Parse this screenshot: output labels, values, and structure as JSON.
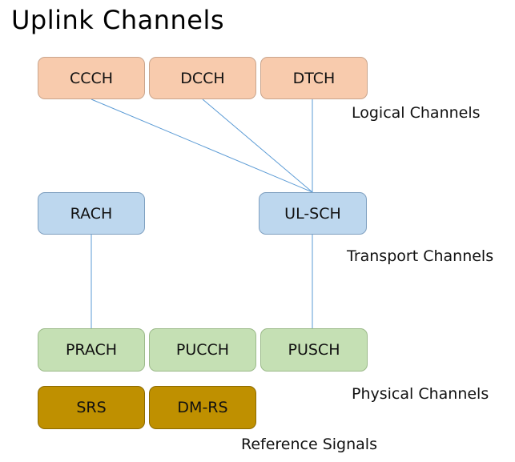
{
  "title": "Uplink Channels",
  "logical": {
    "label": "Logical Channels",
    "nodes": [
      "CCCH",
      "DCCH",
      "DTCH"
    ]
  },
  "transport": {
    "label": "Transport Channels",
    "nodes": [
      "RACH",
      "UL-SCH"
    ]
  },
  "physical": {
    "label": "Physical Channels",
    "nodes": [
      "PRACH",
      "PUCCH",
      "PUSCH"
    ]
  },
  "reference": {
    "label": "Reference Signals",
    "nodes": [
      "SRS",
      "DM-RS"
    ]
  },
  "colors": {
    "logical": "#f8cbad",
    "transport": "#bdd7ee",
    "physical": "#c5e0b4",
    "reference": "#bf9000",
    "connector": "#5b9bd5"
  },
  "connections": [
    [
      "CCCH",
      "UL-SCH"
    ],
    [
      "DCCH",
      "UL-SCH"
    ],
    [
      "DTCH",
      "UL-SCH"
    ],
    [
      "RACH",
      "PRACH"
    ],
    [
      "UL-SCH",
      "PUSCH"
    ]
  ]
}
